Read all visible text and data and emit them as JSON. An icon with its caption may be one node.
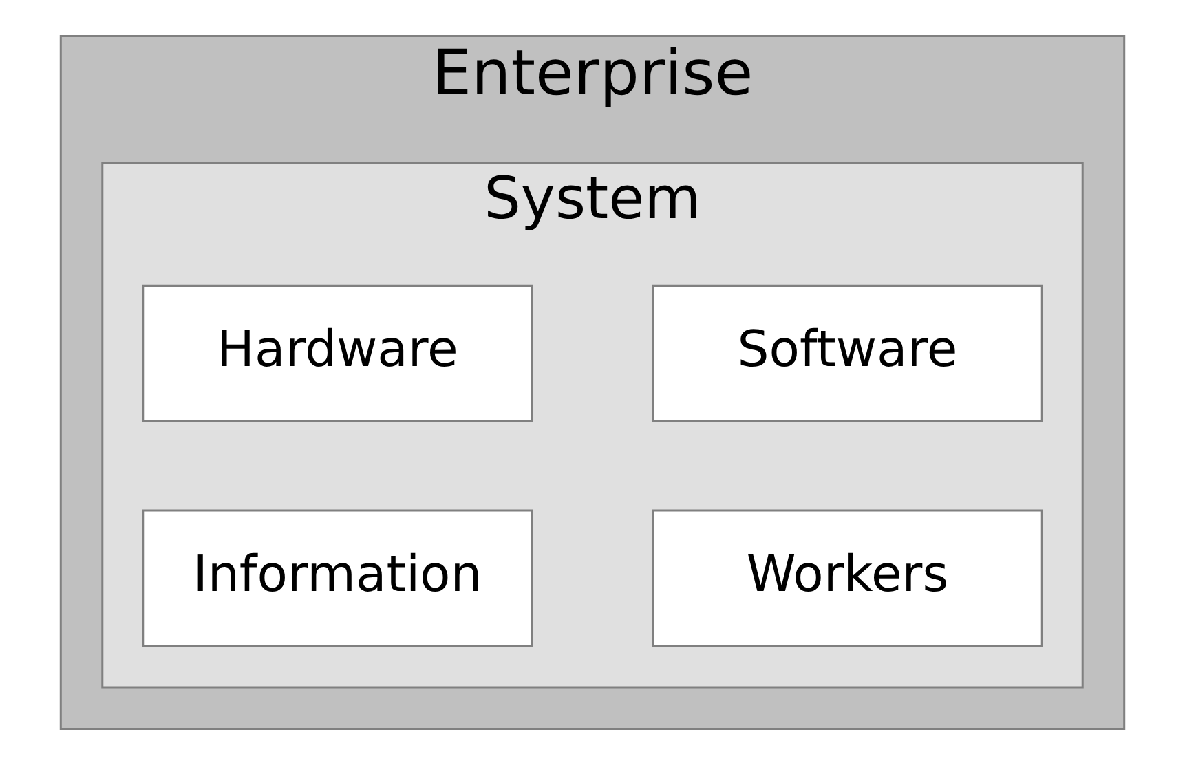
{
  "diagram": {
    "nodes": [
      {
        "text": [
          "Enterprise"
        ]
      },
      {
        "text": [
          "System"
        ],
        "in": 0
      },
      {
        "text": [
          "Software"
        ],
        "in": 1
      },
      {
        "text": [
          "Hardware"
        ],
        "in": 1
      },
      {
        "text": [
          "Workers"
        ],
        "in": 1
      },
      {
        "text": [
          "Information"
        ],
        "in": 1
      }
    ]
  }
}
